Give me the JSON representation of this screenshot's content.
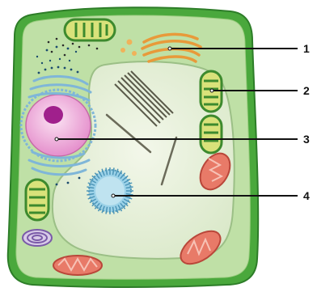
{
  "labels": [
    "1",
    "2",
    "3",
    "4"
  ],
  "colors": {
    "cell_wall": "#4aa83c",
    "cytoplasm": "#bfe0a6",
    "vacuole": "#e6efd8",
    "nucleus": "#f1b8e0",
    "nucleolus": "#a0208c",
    "chloroplast": "#d9e27a",
    "mitochondrion": "#e87a68",
    "golgi": "#e89a3a",
    "er": "#7fb6d8",
    "label_line": "#111111"
  },
  "icons": [
    "chloroplast-icon",
    "mitochondrion-icon",
    "golgi-icon",
    "nucleus-icon",
    "vacuole-icon",
    "crystal-icon"
  ]
}
